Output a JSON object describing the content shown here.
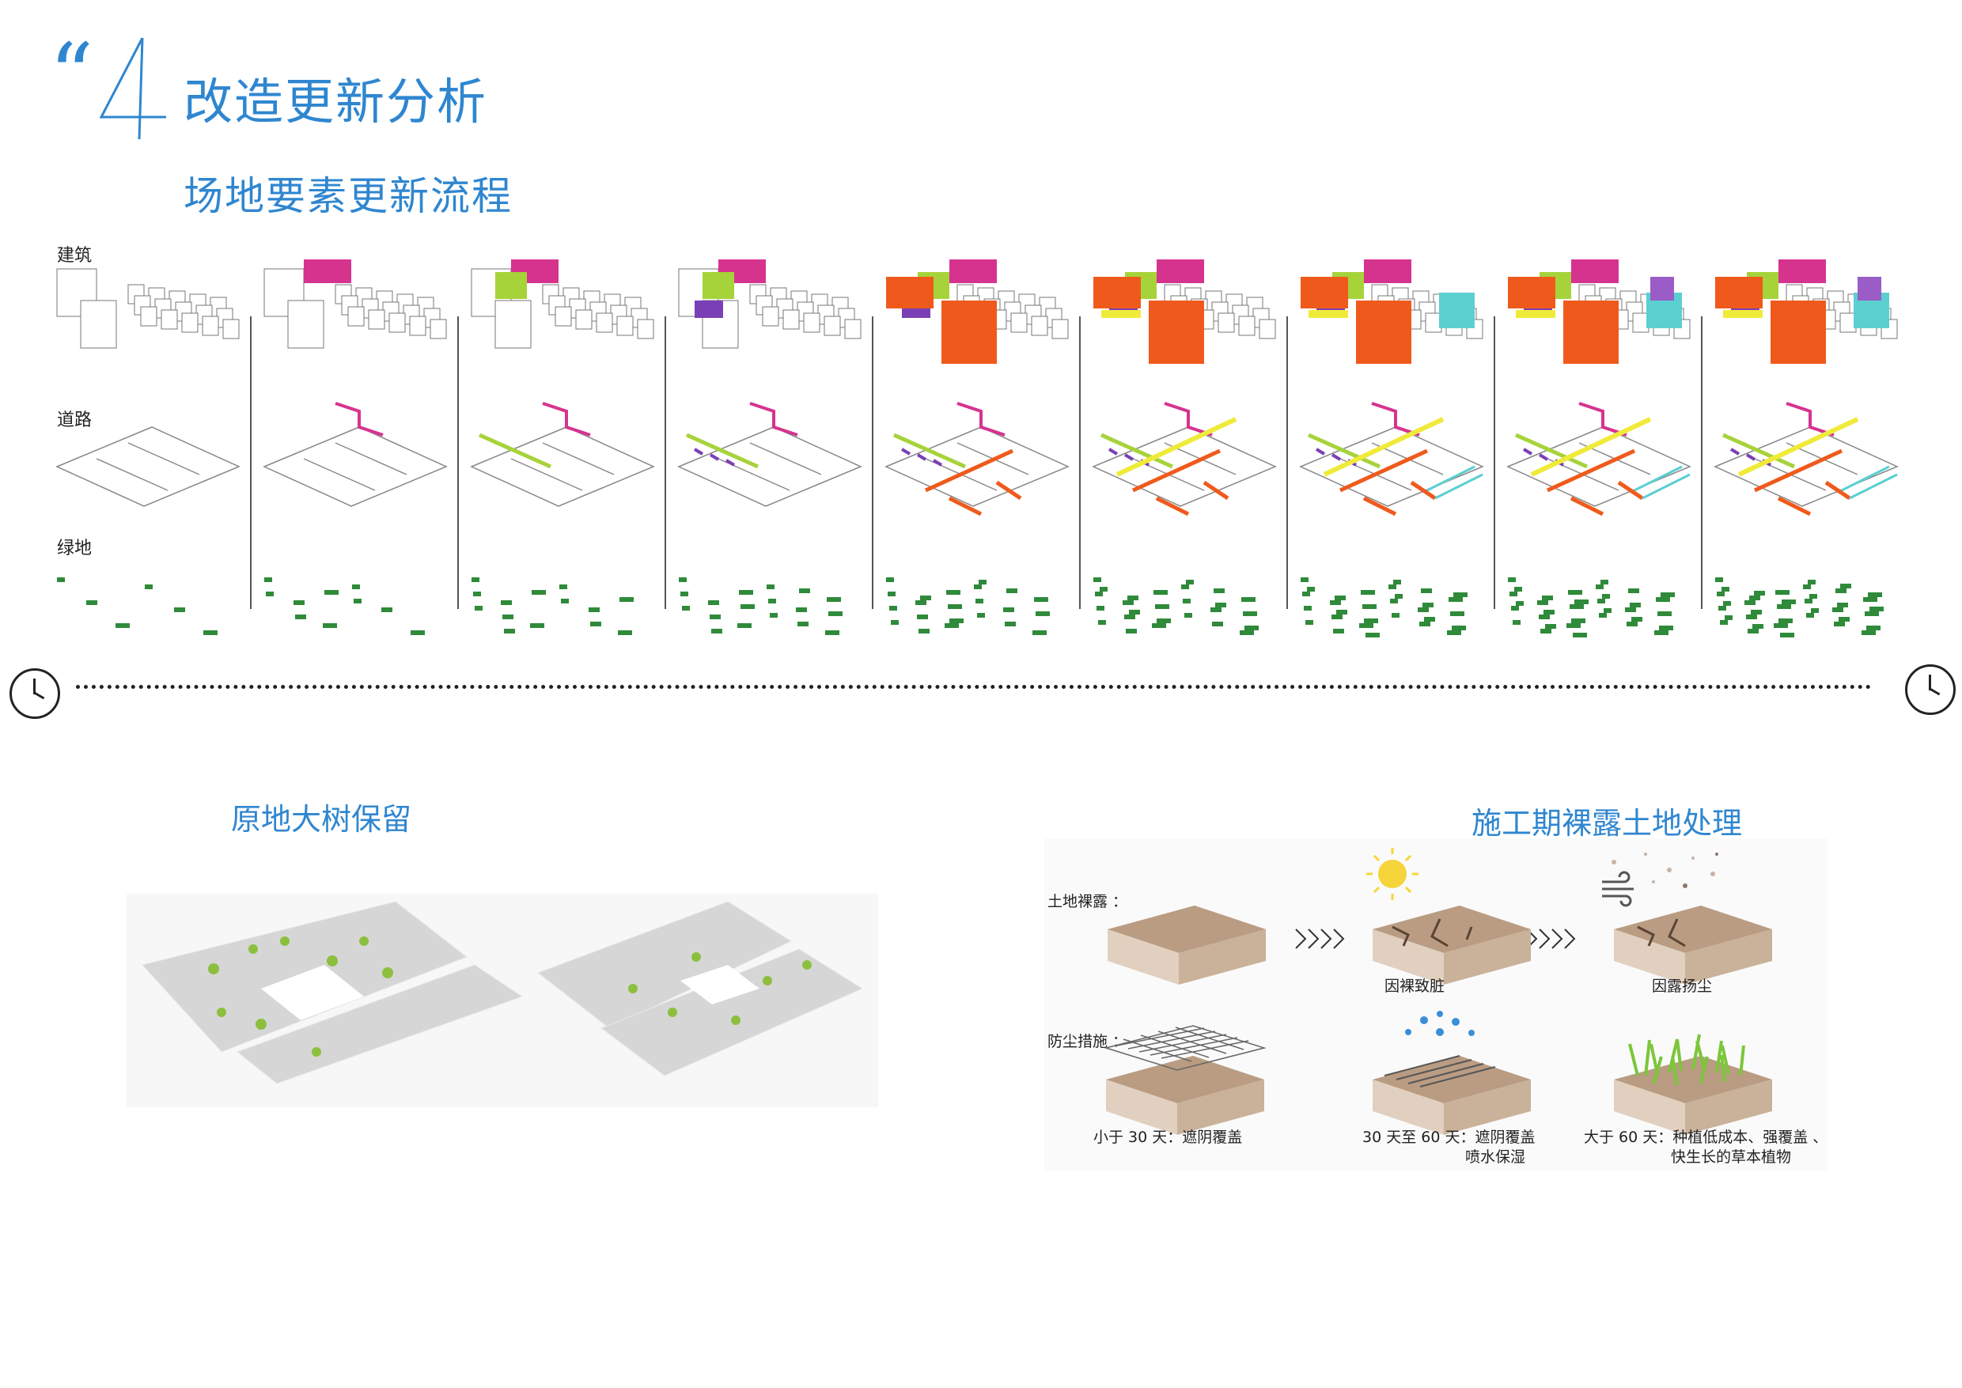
{
  "header": {
    "quote_mark": "“",
    "section_number": "4",
    "title": "改造更新分析",
    "subtitle": "场地要素更新流程"
  },
  "rows": {
    "buildings": "建筑",
    "roads": "道路",
    "green": "绿地"
  },
  "stages": 9,
  "colors": {
    "accent_blue": "#2f86d0",
    "magenta": "#d6338f",
    "lime": "#a6d33a",
    "purple": "#7b3fb5",
    "orange": "#ef5a1c",
    "yellow": "#f0ea3a",
    "cyan": "#5ccfd0",
    "green": "#2f8a3a",
    "light_green": "#8dbf3f"
  },
  "tree_section": {
    "title": "原地大树保留"
  },
  "soil_section": {
    "title": "施工期裸露土地处理",
    "row1_label": "土地裸露 ：",
    "row2_label": "防尘措施 ：",
    "cap_dirty": "因裸致脏",
    "cap_dust": "因露扬尘",
    "cap_lt30": "小于 30 天：遮阴覆盖",
    "cap_30_60_line1": "30 天至 60 天：遮阴覆盖",
    "cap_30_60_line2": "喷水保湿",
    "cap_gt60_line1": "大于 60 天：种植低成本、强覆盖 、",
    "cap_gt60_line2": "快生长的草本植物"
  }
}
